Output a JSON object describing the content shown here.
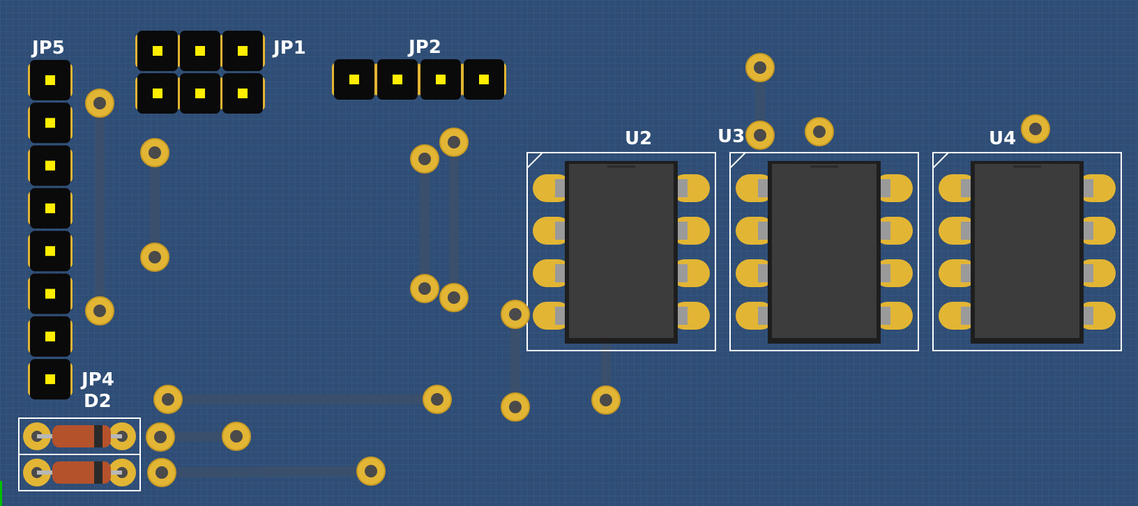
{
  "board": {
    "colors": {
      "substrate": "#2f4d75",
      "trace": "#3a4f6b",
      "pad_gold": "#e2b534",
      "hole": "#4a4a4a",
      "header_body": "#0a0a0a",
      "header_pin": "#ffee00",
      "ic_body": "#3c3c3c",
      "silkscreen": "#ffffff",
      "diode_body": "#b4522c",
      "diode_band": "#2a2a2a"
    },
    "labels": {
      "jp5": "JP5",
      "jp1": "JP1",
      "jp2": "JP2",
      "jp4": "JP4",
      "d2": "D2",
      "u2": "U2",
      "u3": "U3",
      "u4": "U4"
    },
    "components": {
      "jp5": {
        "type": "pin-header",
        "pins": 8
      },
      "jp1": {
        "type": "pin-header",
        "pins": 6
      },
      "jp2": {
        "type": "pin-header",
        "pins": 4
      },
      "u2": {
        "type": "dip-8"
      },
      "u3": {
        "type": "dip-8"
      },
      "u4": {
        "type": "dip-8"
      },
      "diodes": {
        "count": 2
      }
    }
  }
}
